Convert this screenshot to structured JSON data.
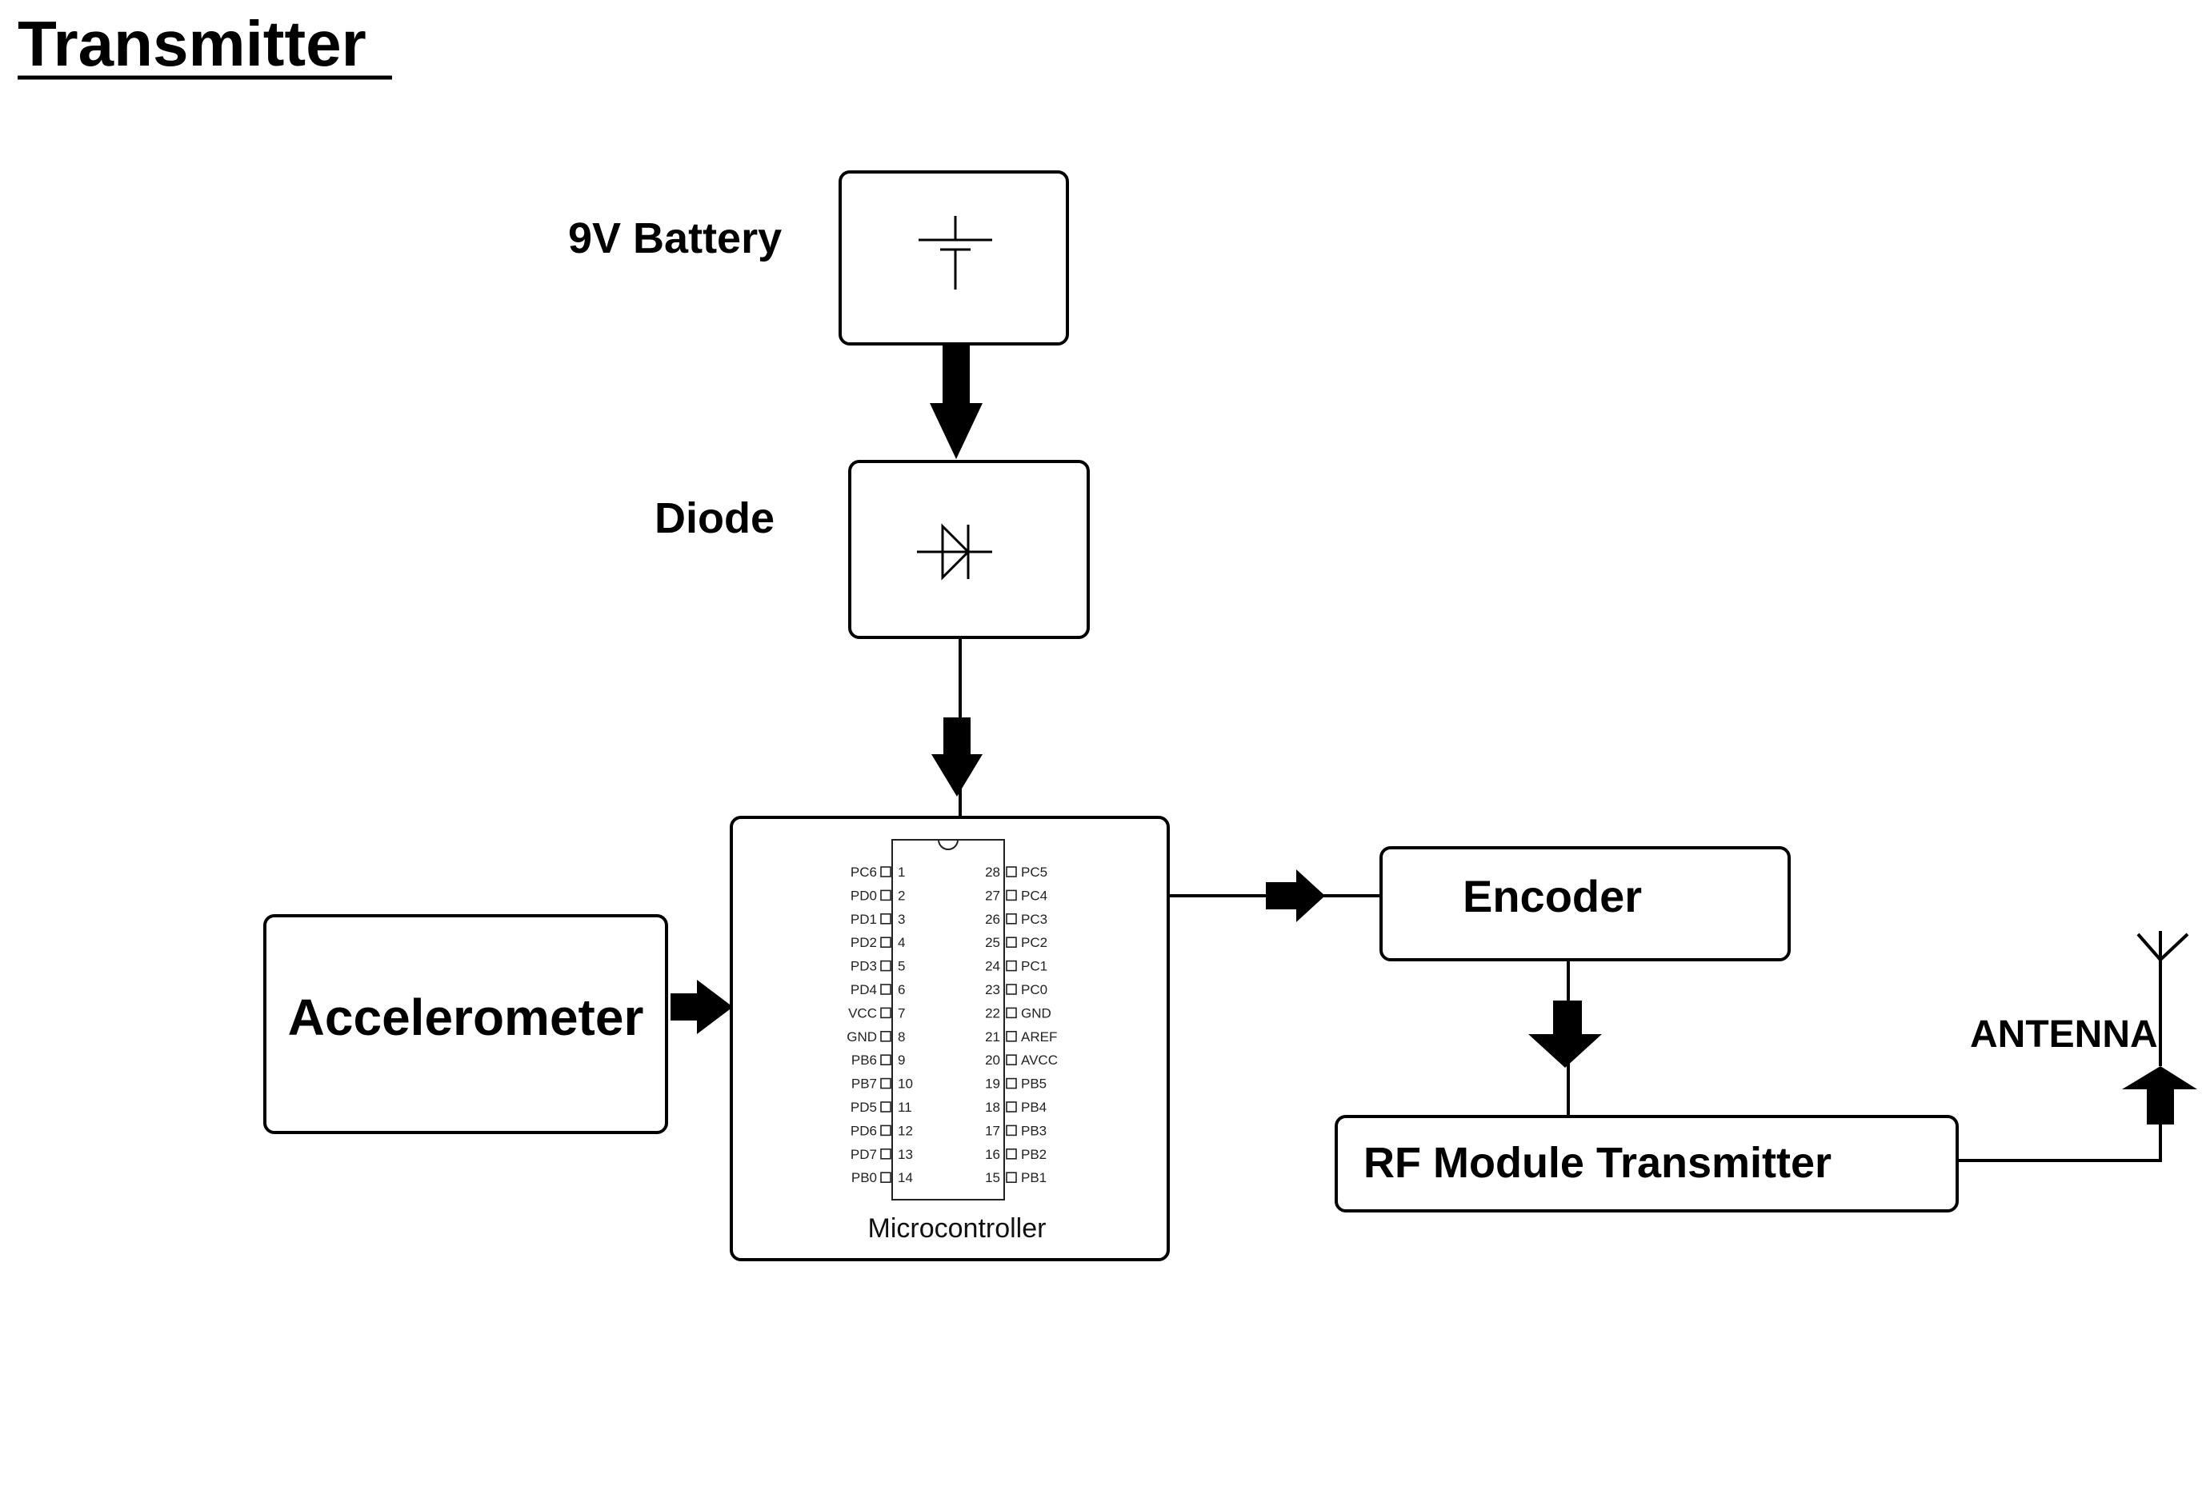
{
  "title": "Transmitter",
  "blocks": {
    "battery": "9V Battery",
    "diode": "Diode",
    "accelerometer": "Accelerometer",
    "microcontroller": "Microcontroller",
    "encoder": "Encoder",
    "rf_module": "RF Module Transmitter",
    "antenna": "ANTENNA"
  },
  "chip_pins": {
    "left": [
      {
        "name": "PC6",
        "num": "1"
      },
      {
        "name": "PD0",
        "num": "2"
      },
      {
        "name": "PD1",
        "num": "3"
      },
      {
        "name": "PD2",
        "num": "4"
      },
      {
        "name": "PD3",
        "num": "5"
      },
      {
        "name": "PD4",
        "num": "6"
      },
      {
        "name": "VCC",
        "num": "7"
      },
      {
        "name": "GND",
        "num": "8"
      },
      {
        "name": "PB6",
        "num": "9"
      },
      {
        "name": "PB7",
        "num": "10"
      },
      {
        "name": "PD5",
        "num": "11"
      },
      {
        "name": "PD6",
        "num": "12"
      },
      {
        "name": "PD7",
        "num": "13"
      },
      {
        "name": "PB0",
        "num": "14"
      }
    ],
    "right": [
      {
        "name": "PC5",
        "num": "28"
      },
      {
        "name": "PC4",
        "num": "27"
      },
      {
        "name": "PC3",
        "num": "26"
      },
      {
        "name": "PC2",
        "num": "25"
      },
      {
        "name": "PC1",
        "num": "24"
      },
      {
        "name": "PC0",
        "num": "23"
      },
      {
        "name": "GND",
        "num": "22"
      },
      {
        "name": "AREF",
        "num": "21"
      },
      {
        "name": "AVCC",
        "num": "20"
      },
      {
        "name": "PB5",
        "num": "19"
      },
      {
        "name": "PB4",
        "num": "18"
      },
      {
        "name": "PB3",
        "num": "17"
      },
      {
        "name": "PB2",
        "num": "16"
      },
      {
        "name": "PB1",
        "num": "15"
      }
    ]
  },
  "colors": {
    "ink": "#000000",
    "background": "#ffffff"
  }
}
